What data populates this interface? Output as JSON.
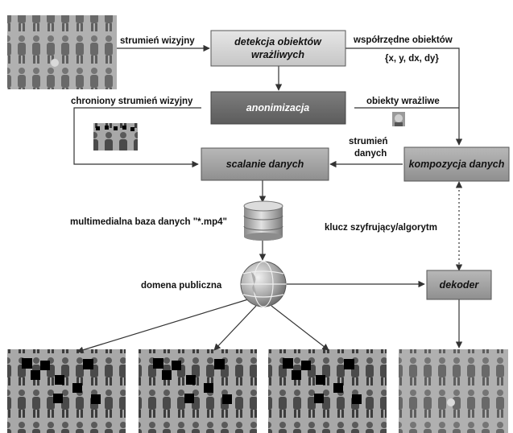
{
  "boxes": {
    "detection_line1": "detekcja obiektów",
    "detection_line2": "wrażliwych",
    "anonymization": "anonimizacja",
    "merge": "scalanie danych",
    "composition": "kompozycja danych",
    "decoder": "dekoder"
  },
  "labels": {
    "video_stream": "strumień wizyjny",
    "coords_line1": "współrzędne obiektów",
    "coords_line2": "{x, y, dx, dy}",
    "protected_stream": "chroniony strumień wizyjny",
    "sensitive_objects": "obiekty wrażliwe",
    "data_stream_line1": "strumień",
    "data_stream_line2": "danych",
    "database": "multimedialna baza danych \"*.mp4\"",
    "encryption_key": "klucz szyfrujący/algorytm",
    "public_domain": "domena publiczna"
  },
  "colors": {
    "detection_fill": "#d6d6d6",
    "anonymization_fill": "#6f6f6f",
    "gray_box_fill": "#a3a3a3",
    "arrow": "#333333",
    "photo_bg": "#9c9c9c"
  },
  "icons": {
    "database": "database-cylinder-icon",
    "globe": "globe-icon"
  }
}
